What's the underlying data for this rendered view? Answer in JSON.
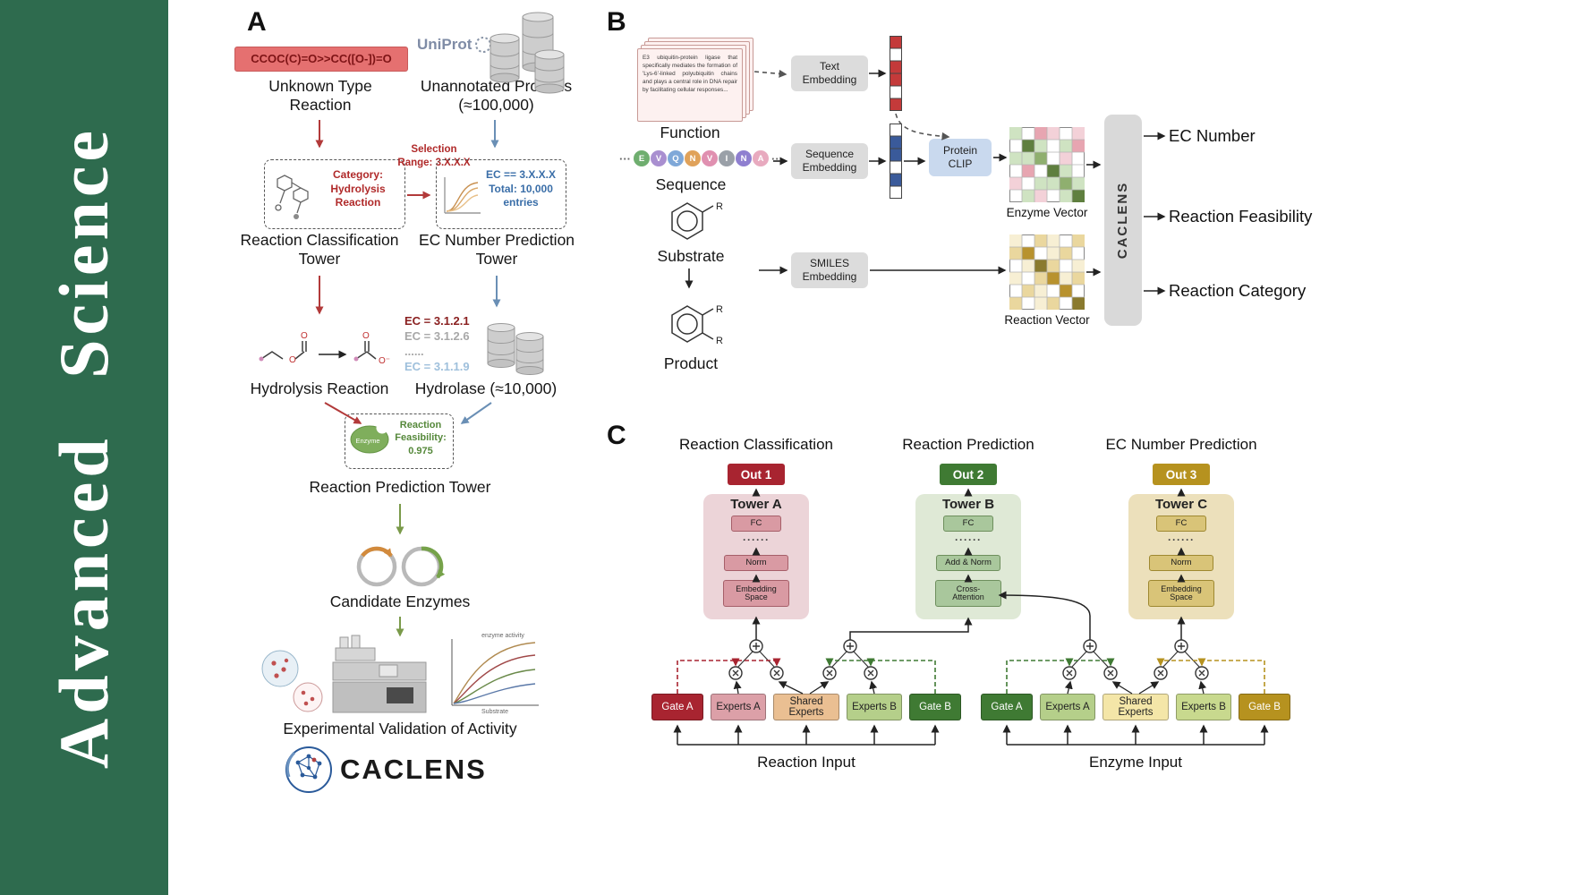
{
  "colors": {
    "sidebar_green": "#2e6b4e",
    "arrow_red": "#b23a3a",
    "arrow_blue": "#6a8fb5",
    "arrow_green": "#7a9a4a",
    "out1_red": "#a82430",
    "out2_green": "#3f7a33",
    "out3_gold": "#b6921f",
    "smiles_box": "#e57070",
    "clip_blue": "#c9d9ee",
    "embed_gray": "#dcdcdc",
    "caclens_bar": "#d9d9d9"
  },
  "journal": {
    "name": "Advanced  Science"
  },
  "panelA": {
    "label": "A",
    "smiles": "CCOC(C)=O>>CC([O-])=O",
    "unknown_reaction": "Unknown Type Reaction",
    "uniprot": "UniProt",
    "unannotated": "Unannotated Proteins (≈100,000)",
    "category": "Category: Hydrolysis Reaction",
    "selection": "Selection Range: 3.X.X.X",
    "ec_filter": "EC == 3.X.X.X Total: 10,000 entries",
    "tower1": "Reaction Classification Tower",
    "tower2": "EC Number Prediction Tower",
    "hydrolysis": "Hydrolysis Reaction",
    "ec_list": [
      "EC = 3.1.2.1",
      "EC = 3.1.2.6",
      "......",
      "EC = 3.1.1.9"
    ],
    "hydrolase": "Hydrolase (≈10,000)",
    "enzyme": "Enzyme",
    "feasibility": "Reaction Feasibility: 0.975",
    "tower3": "Reaction Prediction Tower",
    "candidates": "Candidate Enzymes",
    "validation": "Experimental Validation of Activity",
    "plot_top": "enzyme activity",
    "plot_x": "Substrate",
    "logo": "CACLENS"
  },
  "panelB": {
    "label": "B",
    "function_text": "E3 ubiquitin-protein ligase that specifically mediates the formation of 'Lys-6'-linked polyubiquitin chains and plays a central role in DNA repair by facilitating cellular responses...",
    "function": "Function",
    "sequence": "Sequence",
    "seq_letters": [
      "E",
      "V",
      "Q",
      "N",
      "V",
      "I",
      "N",
      "A"
    ],
    "ellipsis": "···",
    "substrate": "Substrate",
    "product": "Product",
    "r_label": "R",
    "text_embedding": "Text Embedding",
    "sequence_embedding": "Sequence Embedding",
    "smiles_embedding": "SMILES Embedding",
    "protein_clip": "Protein CLIP",
    "enzyme_vector": "Enzyme Vector",
    "reaction_vector": "Reaction Vector",
    "caclens": "CACLENS",
    "outputs": [
      "EC Number",
      "Reaction Feasibility",
      "Reaction Category"
    ]
  },
  "panelC": {
    "label": "C",
    "headers": [
      "Reaction Classification",
      "Reaction Prediction",
      "EC Number Prediction"
    ],
    "outs": [
      "Out 1",
      "Out 2",
      "Out 3"
    ],
    "towers": [
      {
        "name": "Tower A",
        "fc": "FC",
        "dots": "······",
        "norm": "Norm",
        "bottom": "Embedding Space"
      },
      {
        "name": "Tower B",
        "fc": "FC",
        "dots": "······",
        "norm": "Add & Norm",
        "bottom": "Cross-Attention"
      },
      {
        "name": "Tower C",
        "fc": "FC",
        "dots": "······",
        "norm": "Norm",
        "bottom": "Embedding Space"
      }
    ],
    "experts_left": [
      "Gate A",
      "Experts A",
      "Shared Experts",
      "Experts B",
      "Gate B"
    ],
    "experts_right": [
      "Gate A",
      "Experts A",
      "Shared Experts",
      "Experts B",
      "Gate B"
    ],
    "inputs": [
      "Reaction Input",
      "Enzyme Input"
    ]
  }
}
